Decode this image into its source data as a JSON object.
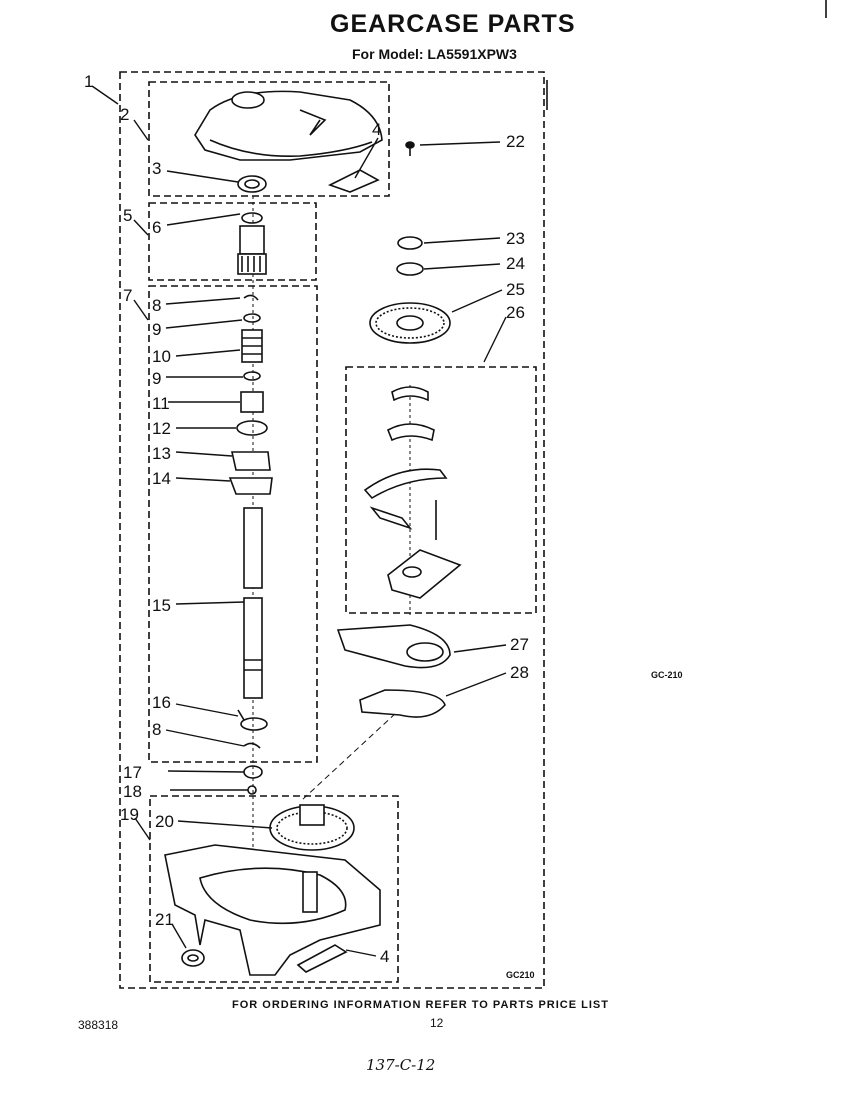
{
  "title": "GEARCASE PARTS",
  "subtitle": "For Model: LA5591XPW3",
  "callouts": [
    "1",
    "2",
    "3",
    "4",
    "5",
    "6",
    "7",
    "8",
    "9",
    "10",
    "9",
    "11",
    "12",
    "13",
    "14",
    "15",
    "16",
    "8",
    "17",
    "18",
    "19",
    "20",
    "21",
    "4",
    "22",
    "23",
    "24",
    "25",
    "26",
    "27",
    "28"
  ],
  "gc_code_side": "GC-210",
  "gc_code_box": "GC210",
  "footer_text": "FOR ORDERING INFORMATION REFER TO PARTS PRICE LIST",
  "page_number": "12",
  "document_number": "388318",
  "handwritten_note": "137-C-12"
}
